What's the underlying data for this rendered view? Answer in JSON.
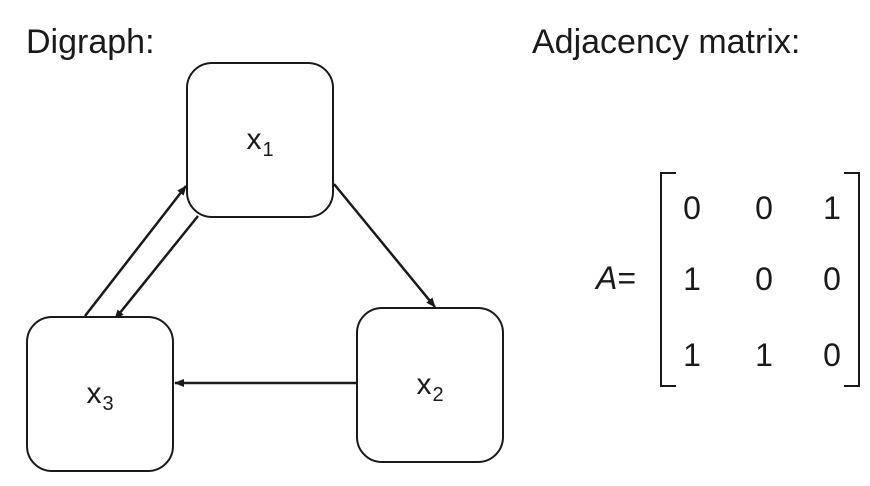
{
  "headings": {
    "digraph": "Digraph:",
    "matrix": "Adjacency matrix:"
  },
  "nodes": [
    {
      "id": "x1",
      "base": "x",
      "sub": "1"
    },
    {
      "id": "x2",
      "base": "x",
      "sub": "2"
    },
    {
      "id": "x3",
      "base": "x",
      "sub": "3"
    }
  ],
  "edges": [
    {
      "from": "x1",
      "to": "x2"
    },
    {
      "from": "x2",
      "to": "x3"
    },
    {
      "from": "x3",
      "to": "x1"
    },
    {
      "from": "x1",
      "to": "x3"
    }
  ],
  "matrix": {
    "lhs_symbol": "A",
    "equals": "=",
    "rows": [
      [
        "0",
        "0",
        "1"
      ],
      [
        "1",
        "0",
        "0"
      ],
      [
        "1",
        "1",
        "0"
      ]
    ]
  },
  "colors": {
    "stroke": "#1a1a1a",
    "background": "#ffffff"
  }
}
